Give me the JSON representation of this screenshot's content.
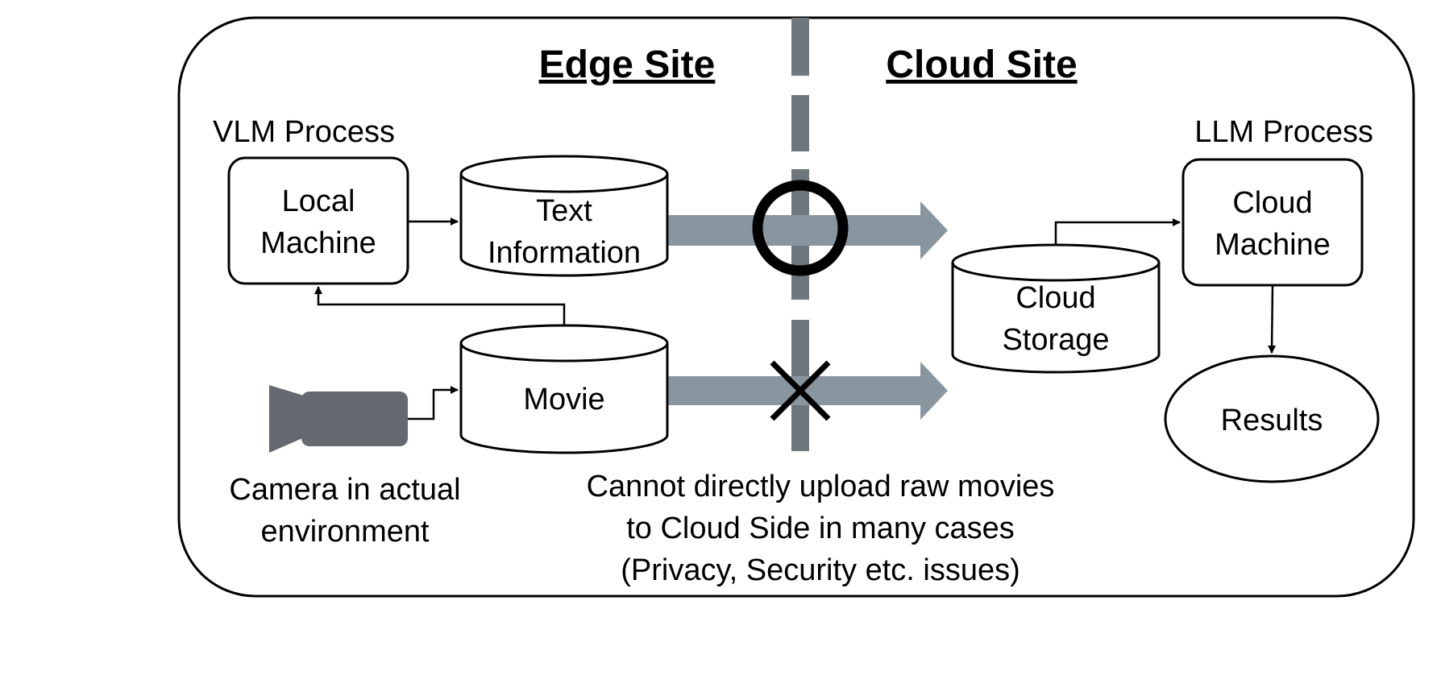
{
  "headings": {
    "edge": "Edge Site",
    "cloud": "Cloud Site"
  },
  "process_labels": {
    "vlm": "VLM Process",
    "llm": "LLM Process"
  },
  "nodes": {
    "local_machine": [
      "Local",
      "Machine"
    ],
    "text_information": [
      "Text",
      "Information"
    ],
    "movie": [
      "Movie"
    ],
    "cloud_storage": [
      "Cloud",
      "Storage"
    ],
    "cloud_machine": [
      "Cloud",
      "Machine"
    ],
    "results": [
      "Results"
    ]
  },
  "camera_caption": [
    "Camera in actual",
    "environment"
  ],
  "upload_note": [
    "Cannot directly upload raw movies",
    "to Cloud Side in many cases",
    "(Privacy, Security etc. issues)"
  ],
  "colors": {
    "flow_arrow": "#8a969f",
    "divider": "#6f767c",
    "camera": "#646a70",
    "ink": "#000000"
  },
  "transfer_status": {
    "text_information": "allowed",
    "movie": "blocked"
  }
}
